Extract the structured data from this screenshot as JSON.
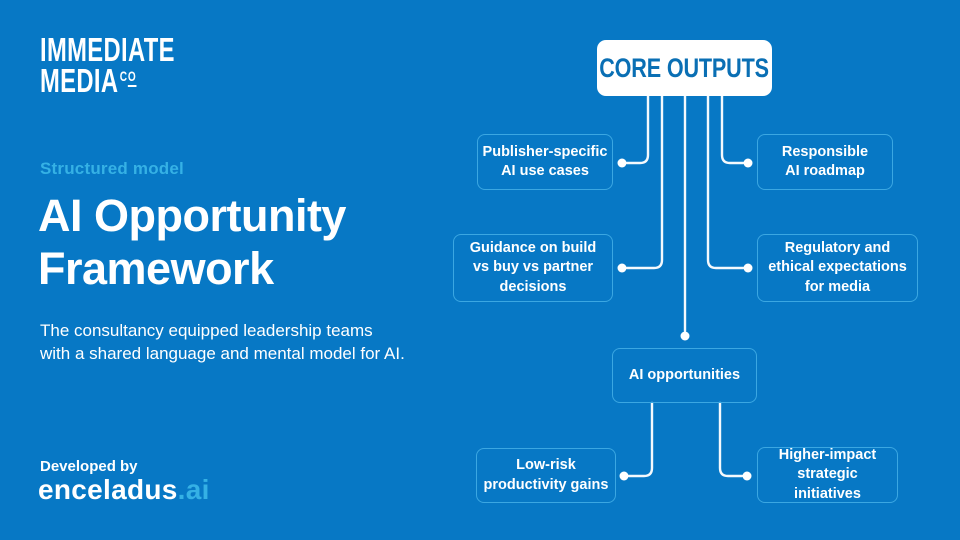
{
  "slide": {
    "background_color": "#0778C5",
    "accent_color": "#35B1E5",
    "box_border_color": "#3BA7E2",
    "core_label_color": "#0A6FB4",
    "connector_color": "#FFFFFF"
  },
  "logo": {
    "line1": "IMMEDIATE",
    "line2": "MEDIA",
    "suffix_c": "C",
    "suffix_o": "O"
  },
  "intro": {
    "eyebrow": "Structured model",
    "title": "AI Opportunity\nFramework",
    "subtitle": "The consultancy equipped leadership teams\nwith a shared language and mental model for AI.",
    "developed_by": "Developed by",
    "brand": "enceladus",
    "brand_suffix": ".ai"
  },
  "diagram": {
    "root_label": "CORE OUTPUTS",
    "nodes": [
      {
        "id": "publisher-specific-ai-use-cases",
        "label": "Publisher-specific\nAI use cases"
      },
      {
        "id": "responsible-ai-roadmap",
        "label": "Responsible\nAI roadmap"
      },
      {
        "id": "guidance-build-buy-partner",
        "label": "Guidance on build\nvs buy vs partner\ndecisions"
      },
      {
        "id": "regulatory-ethical-expectations",
        "label": "Regulatory and\nethical expectations\nfor media"
      },
      {
        "id": "ai-opportunities",
        "label": "AI opportunities"
      },
      {
        "id": "low-risk-productivity-gains",
        "label": "Low-risk\nproductivity gains"
      },
      {
        "id": "higher-impact-strategic-initiatives",
        "label": "Higher-impact\nstrategic initiatives"
      }
    ]
  }
}
